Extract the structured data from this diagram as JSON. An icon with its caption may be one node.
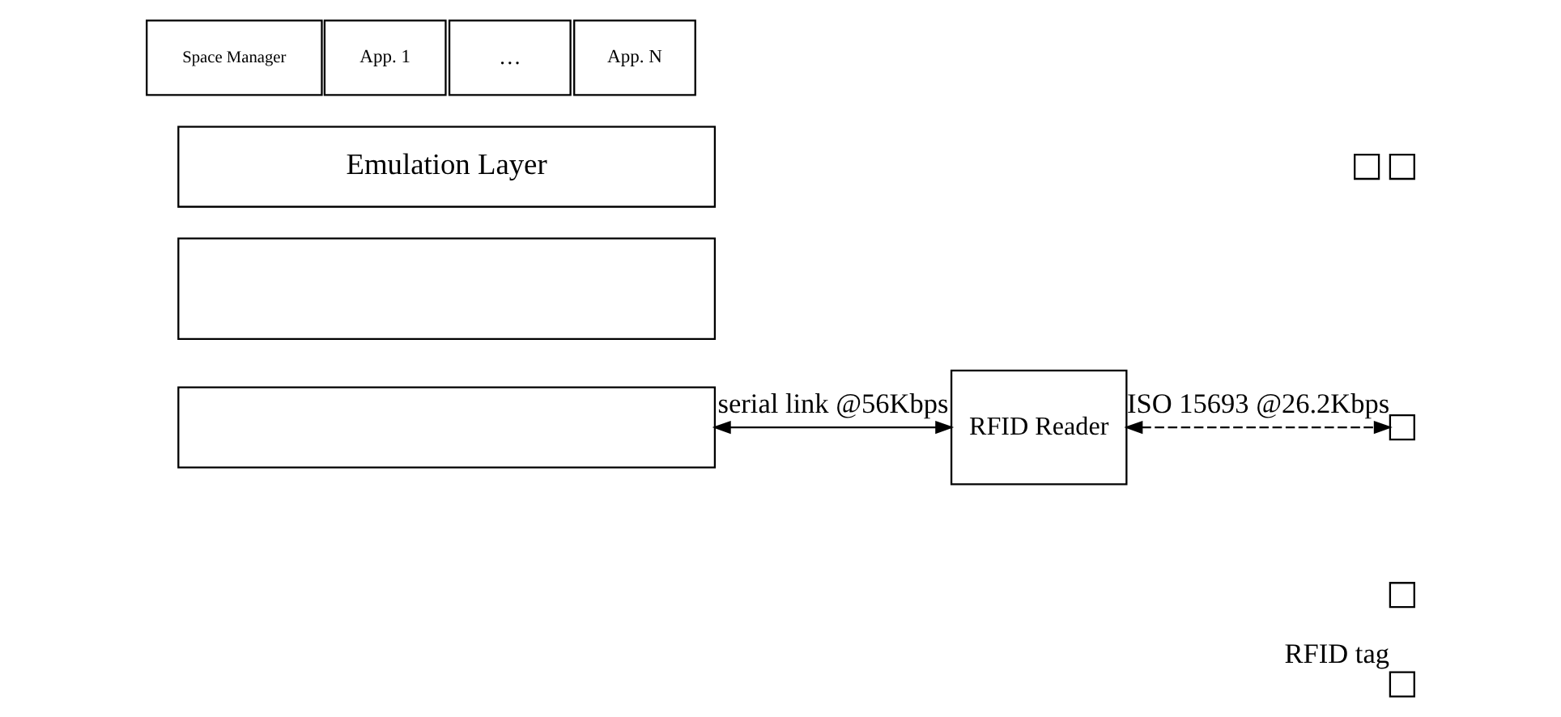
{
  "diagram": {
    "nodes": [
      {
        "text": [
          "Space Manager"
        ]
      },
      {
        "text": [
          "App. 1"
        ]
      },
      {
        "text": [
          "…"
        ]
      },
      {
        "text": [
          "App. N"
        ]
      },
      {
        "text": [
          "Emulation Layer"
        ]
      },
      {
        "text": [],
        "shape": "box"
      },
      {
        "text": [],
        "shape": "box"
      },
      {
        "text": [
          "RFID Reader"
        ]
      },
      {
        "text": [],
        "shape": "box"
      },
      {
        "text": [],
        "shape": "box"
      },
      {
        "text": [],
        "shape": "box"
      },
      {
        "text": [],
        "shape": "box"
      },
      {
        "text": [],
        "shape": "box",
        "beside": [
          "RFID tag"
        ]
      }
    ],
    "edges": [
      {
        "from": 6,
        "to": 7,
        "arrow": "both",
        "label": "serial link @56Kbps"
      },
      {
        "from": 7,
        "to": 10,
        "arrow": "both",
        "style": "dashed",
        "label": "ISO 15693 @26.2Kbps"
      }
    ]
  }
}
